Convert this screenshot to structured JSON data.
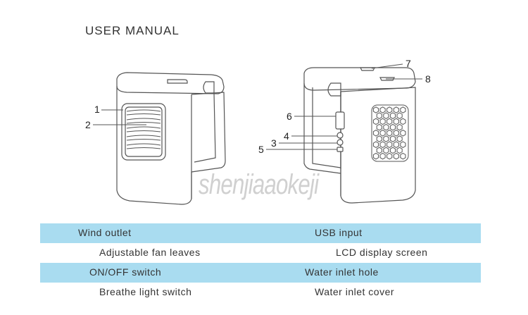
{
  "document": {
    "title": "USER MANUAL",
    "watermark": "shenjiaaokeji"
  },
  "callouts": {
    "n1": "1",
    "n2": "2",
    "n3": "3",
    "n4": "4",
    "n5": "5",
    "n6": "6",
    "n7": "7",
    "n8": "8"
  },
  "legend": {
    "rows": [
      {
        "left": "Wind outlet",
        "right": "USB input"
      },
      {
        "left": "Adjustable fan leaves",
        "right": "LCD display screen"
      },
      {
        "left": "ON/OFF switch",
        "right": "Water inlet hole"
      },
      {
        "left": "Breathe light switch",
        "right": "Water inlet cover"
      }
    ]
  },
  "colors": {
    "band": "#a9dcf0",
    "line": "#555555"
  }
}
